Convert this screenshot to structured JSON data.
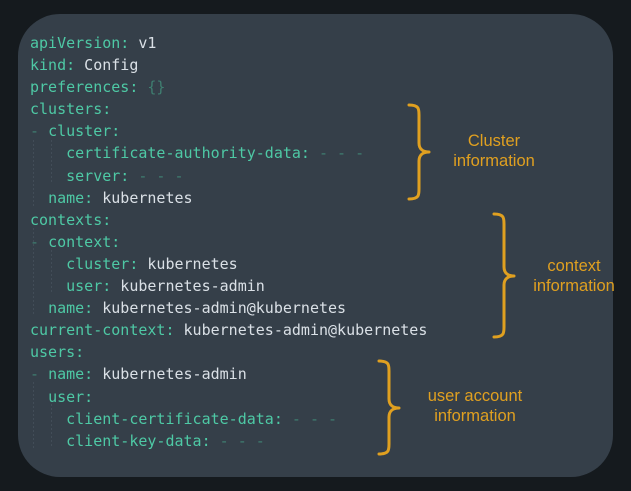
{
  "page": {
    "background": "#151a1e",
    "panel_background": "#353f49",
    "accent_color": "#e0a020",
    "key_color": "#4ec9a5",
    "value_color": "#dae0e6",
    "dim_color": "#3f7f71"
  },
  "code": {
    "language": "yaml",
    "lines": [
      {
        "key": "apiVersion:",
        "value": " v1",
        "indent": 0,
        "dash": false,
        "dim": false
      },
      {
        "key": "kind:",
        "value": " Config",
        "indent": 0,
        "dash": false,
        "dim": false
      },
      {
        "key": "preferences:",
        "value": " {}",
        "indent": 0,
        "dash": false,
        "dim": true
      },
      {
        "key": "clusters:",
        "value": "",
        "indent": 0,
        "dash": false,
        "dim": false
      },
      {
        "key": "cluster:",
        "value": "",
        "indent": 0,
        "dash": true,
        "dim": false
      },
      {
        "key": "certificate-authority-data:",
        "value": " - - -",
        "indent": 4,
        "dash": false,
        "dim": true
      },
      {
        "key": "server:",
        "value": " - - -",
        "indent": 4,
        "dash": false,
        "dim": true
      },
      {
        "key": "name:",
        "value": " kubernetes",
        "indent": 2,
        "dash": false,
        "dim": false
      },
      {
        "key": "contexts:",
        "value": "",
        "indent": 0,
        "dash": false,
        "dim": false
      },
      {
        "key": "context:",
        "value": "",
        "indent": 0,
        "dash": true,
        "dim": false
      },
      {
        "key": "cluster:",
        "value": " kubernetes",
        "indent": 4,
        "dash": false,
        "dim": false
      },
      {
        "key": "user:",
        "value": " kubernetes-admin",
        "indent": 4,
        "dash": false,
        "dim": false
      },
      {
        "key": "name:",
        "value": " kubernetes-admin@kubernetes",
        "indent": 2,
        "dash": false,
        "dim": false
      },
      {
        "key": "current-context:",
        "value": " kubernetes-admin@kubernetes",
        "indent": 0,
        "dash": false,
        "dim": false
      },
      {
        "key": "users:",
        "value": "",
        "indent": 0,
        "dash": false,
        "dim": false
      },
      {
        "key": "name:",
        "value": " kubernetes-admin",
        "indent": 0,
        "dash": true,
        "dim": false
      },
      {
        "key": "user:",
        "value": "",
        "indent": 2,
        "dash": false,
        "dim": false
      },
      {
        "key": "client-certificate-data:",
        "value": " - - -",
        "indent": 4,
        "dash": false,
        "dim": true
      },
      {
        "key": "client-key-data:",
        "value": " - - -",
        "indent": 4,
        "dash": false,
        "dim": true
      }
    ]
  },
  "annotations": [
    {
      "id": "cluster",
      "label": "Cluster\ninformation"
    },
    {
      "id": "context",
      "label": "context\ninformation"
    },
    {
      "id": "user",
      "label": "user account\ninformation"
    }
  ]
}
